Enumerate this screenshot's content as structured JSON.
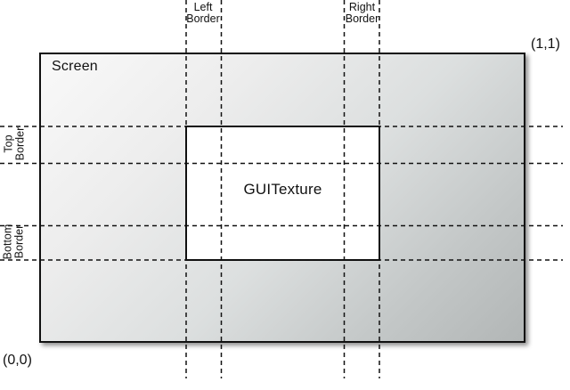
{
  "diagram": {
    "title_semantic": "GUITexture screen border diagram",
    "labels": {
      "screen": "Screen",
      "texture": "GUITexture",
      "coord_top_right": "(1,1)",
      "coord_bottom_left": "(0,0)",
      "left_border": {
        "line1": "Left",
        "line2": "Border"
      },
      "right_border": {
        "line1": "Right",
        "line2": "Border"
      },
      "top_border": {
        "line1": "Top",
        "line2": "Border"
      },
      "bottom_border": {
        "line1": "Bottom",
        "line2": "Border"
      }
    },
    "colors": {
      "background": "#ffffff",
      "line": "#111111",
      "screen_gradient_start": "#f9f9f9",
      "screen_gradient_end": "#b2b6b6",
      "texture_fill": "#ffffff"
    }
  }
}
